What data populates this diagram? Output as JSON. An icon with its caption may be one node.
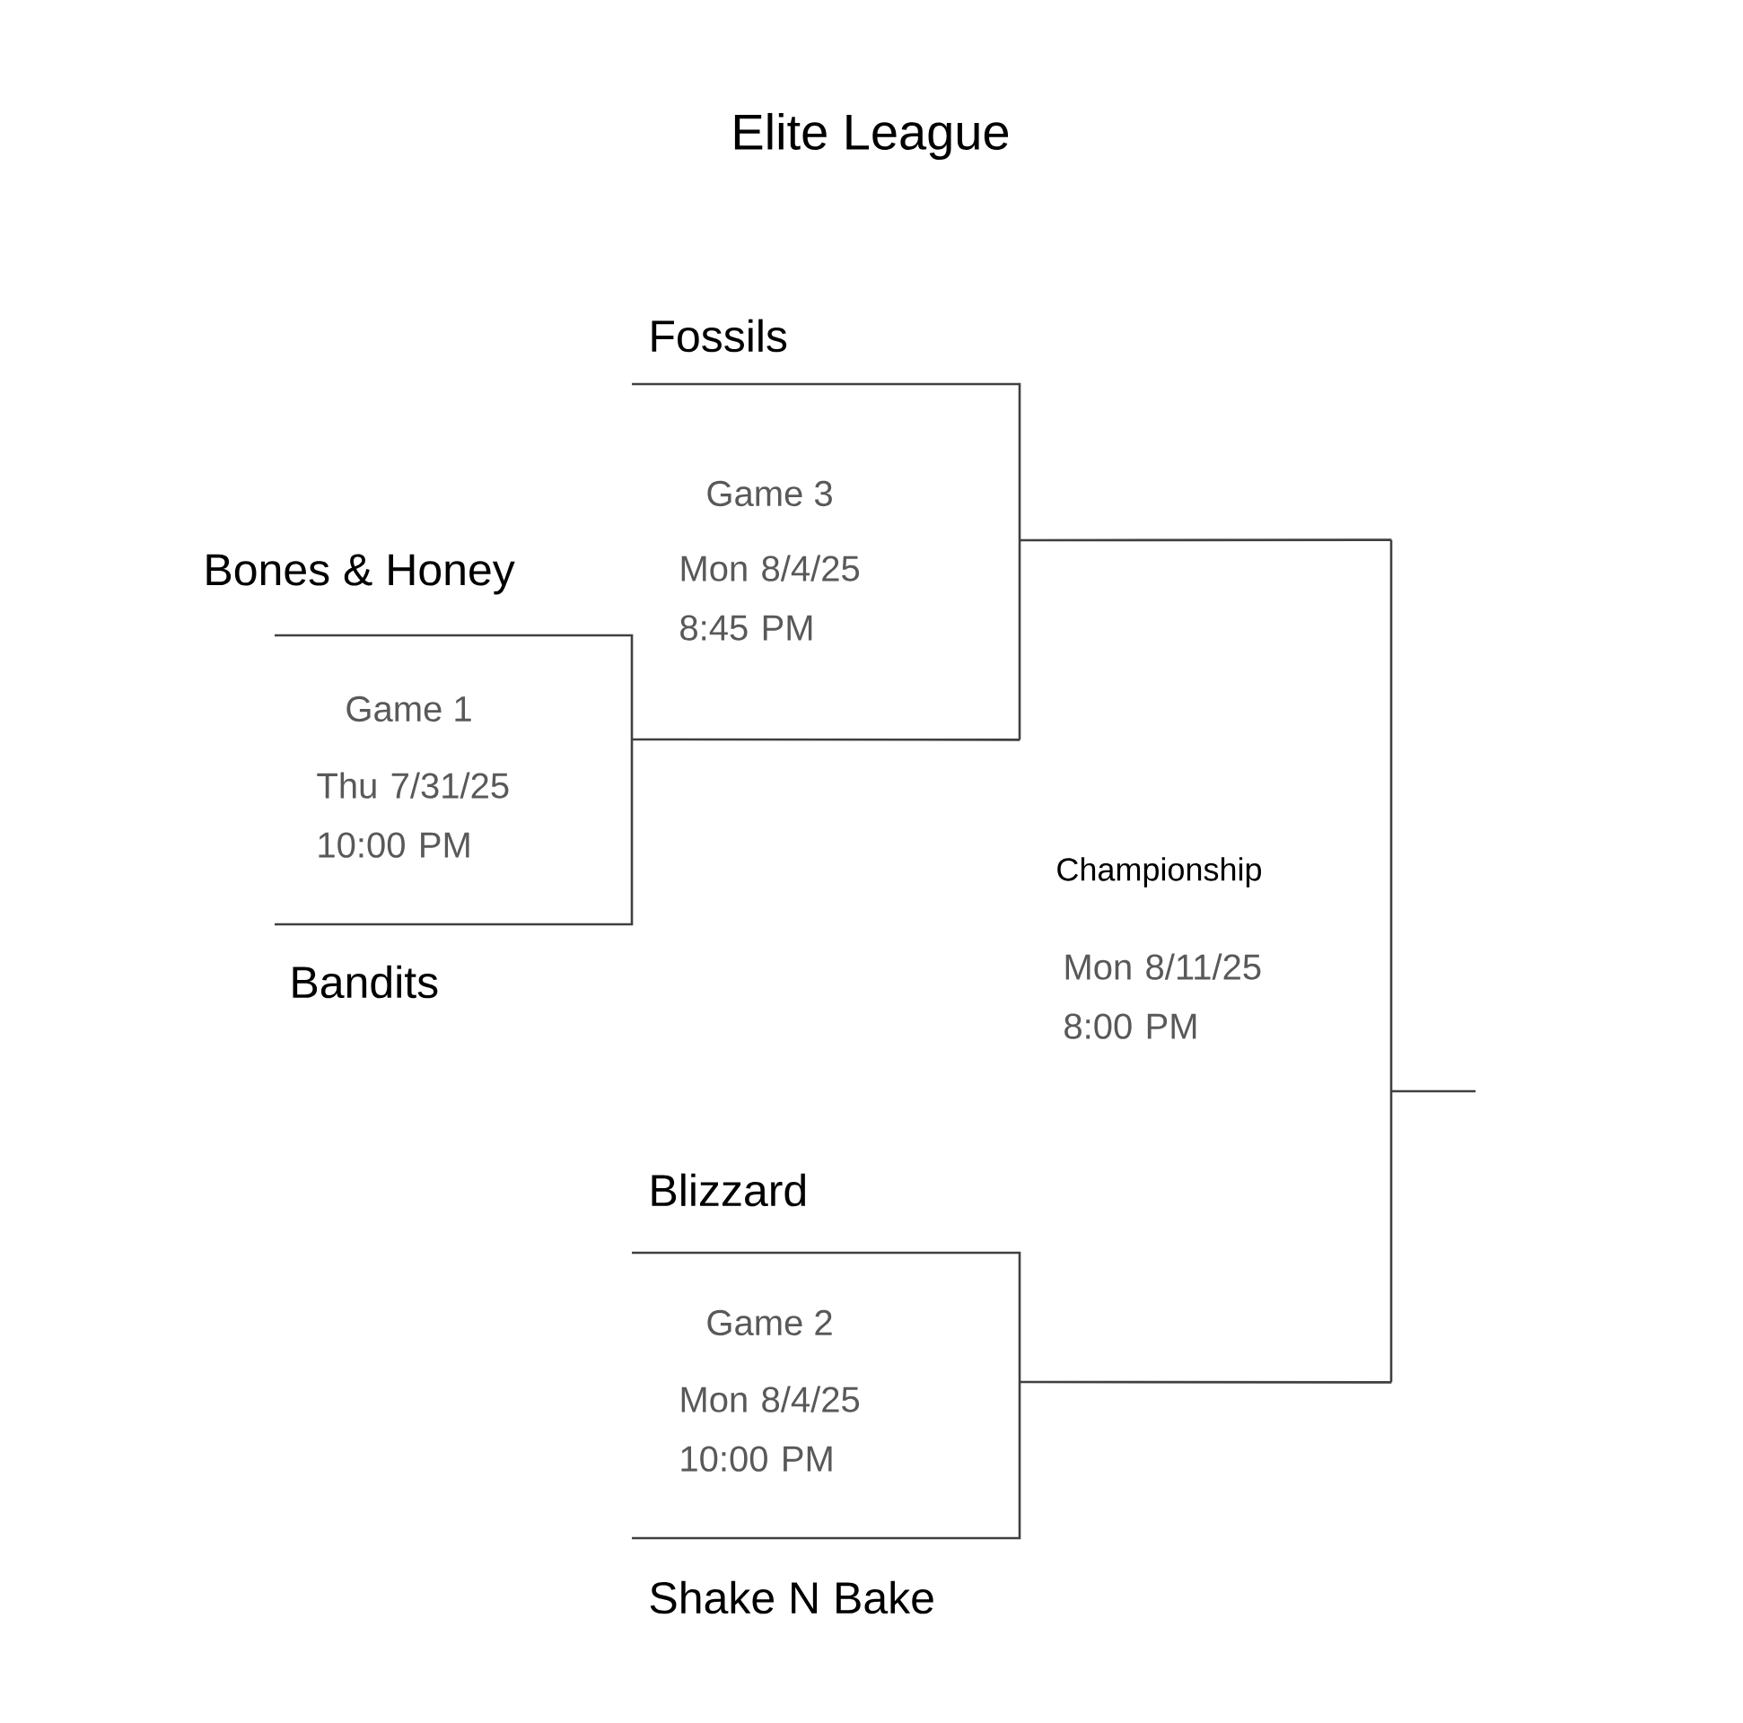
{
  "diagram": {
    "title": "Elite League",
    "nodes": [
      {
        "text": [
          "Game 3",
          "Mon 8/4/25 8:45 PM"
        ],
        "beside": [
          "Fossils"
        ]
      },
      {
        "text": [
          "Game 1",
          "Thu 7/31/25 10:00 PM"
        ],
        "beside": [
          "Bones & Honey",
          "Bandits"
        ]
      },
      {
        "text": [
          "Championship",
          "Mon 8/11/25 8:00 PM"
        ]
      },
      {
        "text": [
          "Game 2",
          "Mon 8/4/25 10:00 PM"
        ],
        "beside": [
          "Blizzard",
          "Shake N Bake"
        ]
      }
    ],
    "edges": [
      {
        "from": 1,
        "to": 0,
        "arrow": "none"
      },
      {
        "from": 0,
        "to": 2,
        "arrow": "none"
      },
      {
        "from": 3,
        "to": 2,
        "arrow": "none"
      },
      {
        "from": 2,
        "to": null,
        "arrow": "none"
      }
    ]
  }
}
